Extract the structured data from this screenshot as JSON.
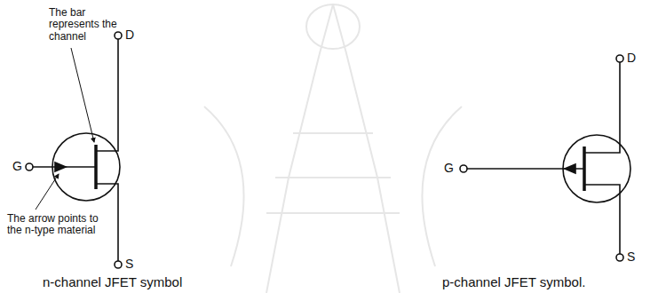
{
  "diagram": {
    "labels": [
      "The bar represents the channel",
      "D",
      "G",
      "S",
      "The arrow points to the n-type material",
      "n-channel JFET symbol",
      "D",
      "G",
      "S",
      "p-channel JFET symbol."
    ]
  }
}
